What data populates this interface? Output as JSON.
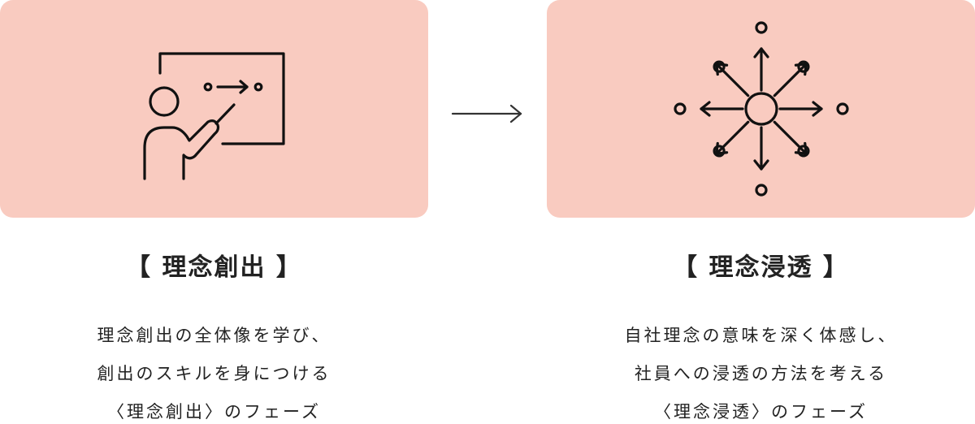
{
  "colors": {
    "card_bg": "#f9cbc0",
    "ink": "#222222",
    "icon_stroke": "#111111",
    "arrow": "#333333"
  },
  "steps": [
    {
      "icon": "presentation-teacher-icon",
      "title": "【 理念創出 】",
      "lines": [
        "理念創出の全体像を学び、",
        "創出のスキルを身につける",
        "〈理念創出〉のフェーズ"
      ]
    },
    {
      "icon": "radiating-arrows-icon",
      "title": "【 理念浸透 】",
      "lines": [
        "自社理念の意味を深く体感し、",
        "社員への浸透の方法を考える",
        "〈理念浸透〉のフェーズ"
      ]
    }
  ],
  "connector": {
    "icon": "right-arrow-icon"
  }
}
